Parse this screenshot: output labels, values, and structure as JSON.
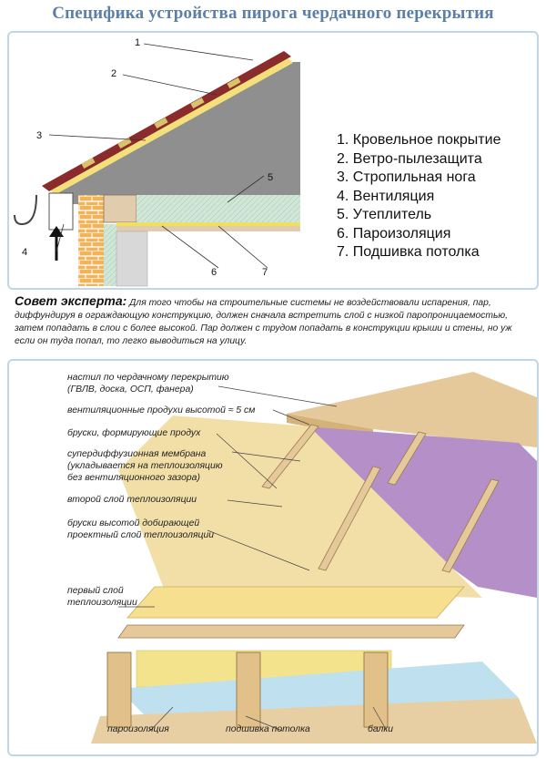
{
  "title": "Специфика устройства пирога чердачного перекрытия",
  "top_diagram": {
    "numbers": [
      "1",
      "2",
      "3",
      "4",
      "5",
      "6",
      "7"
    ],
    "legend": [
      "1. Кровельное покрытие",
      "2. Ветро-пылезащита",
      "3. Стропильная нога",
      "4. Вентиляция",
      "5. Утеплитель",
      "6. Пароизоляция",
      "7. Подшивка потолка"
    ]
  },
  "expert": {
    "lead": "Совет эксперта:",
    "text": "Для того чтобы на строительные системы не воздействовали испарения, пар, диффундируя в ограждающую конструкцию, должен сначала встретить слой с низкой паропроницаемостью, затем попадать в слои с более высокой. Пар должен с трудом попадать в конструкции крыши и стены, но уж если он туда попал, то легко выводиться на улицу."
  },
  "bottom_diagram": {
    "labels": {
      "decking": "настил по чердачному перекрытию",
      "decking_materials": "(ГВЛВ, доска, ОСП, фанера)",
      "vent_gap": "вентиляционные продухи высотой ≈ 5 см",
      "vent_battens": "бруски, формирующие продух",
      "membrane": "супердиффузионная мембрана",
      "membrane_note1": "(укладывается на теплоизоляцию",
      "membrane_note2": "без вентиляционного зазора)",
      "second_insulation": "второй слой теплоизоляции",
      "battens1": "бруски высотой добирающей",
      "battens2": "проектный слой теплоизоляции",
      "first_insulation1": "первый слой",
      "first_insulation2": "теплоизоляции",
      "vapor_barrier": "пароизоляция",
      "ceiling": "подшивка потолка",
      "beams": "балки"
    }
  },
  "colors": {
    "title": "#5b7fa8",
    "panel_border": "#c2d6e6",
    "roof": "#8b2c2c",
    "insulation_grey": "#8f8f8f",
    "wall_brick": "#f2b45a",
    "insulation_green": "#cfe7d6",
    "vapor_yellow": "#efe063",
    "wood": "#e5c99a",
    "membrane_purple": "#b58fc7",
    "mineral_wool": "#f2dfa8",
    "vapor_blue": "#bfe0ef"
  }
}
